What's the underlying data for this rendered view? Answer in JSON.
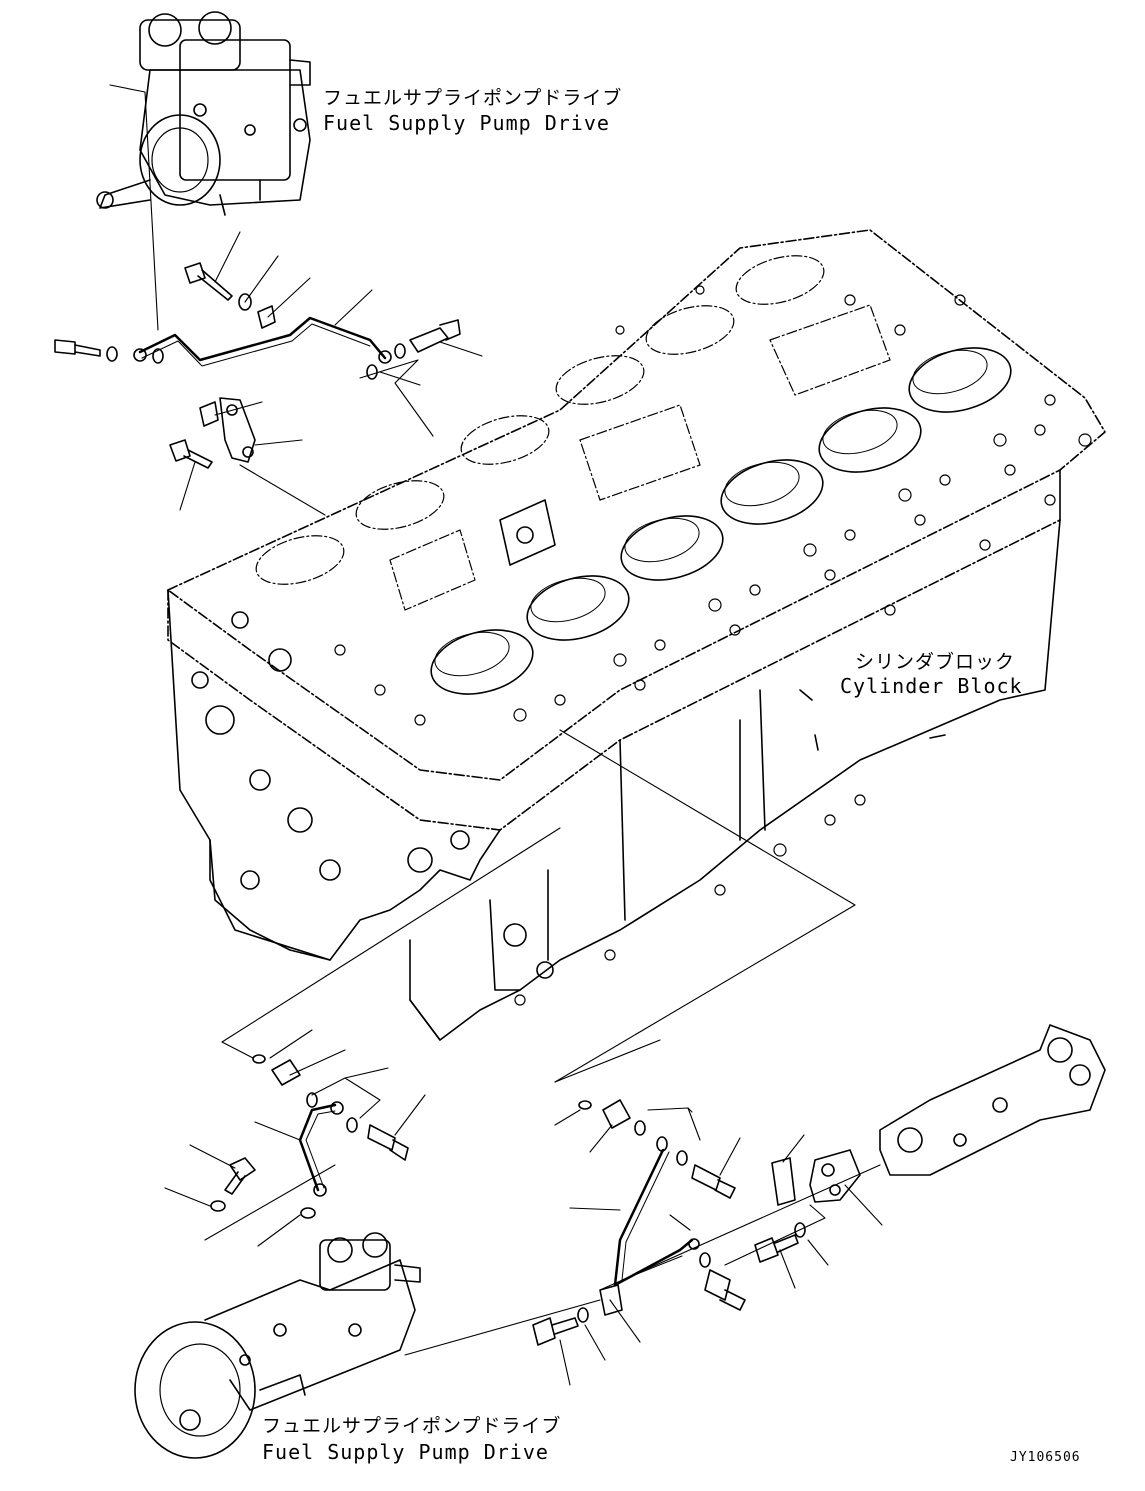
{
  "labels": {
    "pump_top_jp": "フュエルサプライポンプドライブ",
    "pump_top_en": "Fuel Supply Pump Drive",
    "block_jp": "シリンダブロック",
    "block_en": "Cylinder Block",
    "pump_bottom_jp": "フュエルサプライポンプドライブ",
    "pump_bottom_en": "Fuel Supply Pump Drive",
    "drawing_code": "JY106506"
  },
  "colors": {
    "line": "#000000",
    "background": "#ffffff"
  }
}
